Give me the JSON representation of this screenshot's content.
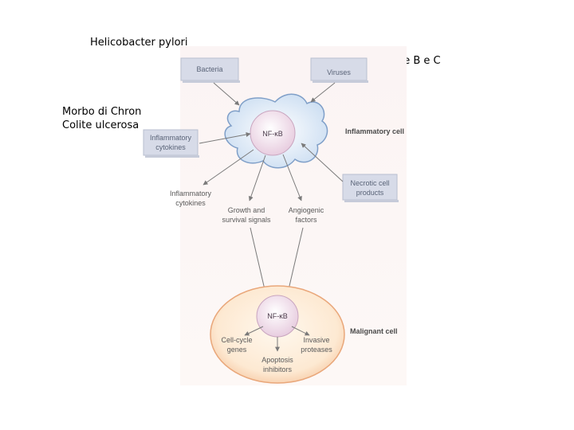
{
  "notes": {
    "helicobacter": "Helicobacter pylori",
    "epatite": "Epatite B e C",
    "morbo": "Morbo di Chron",
    "colite": "Colite ulcerosa"
  },
  "diagram": {
    "bacteria": "Bacteria",
    "viruses": "Viruses",
    "inflammatory_cytokines_box": [
      "Inflammatory",
      "cytokines"
    ],
    "necrotic_box": [
      "Necrotic cell",
      "products"
    ],
    "nfkb_top": "NF-κB",
    "inflammatory_cell_label": "Inflammatory cell",
    "out_cytokines": [
      "Inflammatory",
      "cytokines"
    ],
    "out_growth": [
      "Growth and",
      "survival signals"
    ],
    "out_angiogenic": [
      "Angiogenic",
      "factors"
    ],
    "nfkb_bottom": "NF-κB",
    "malignant_cell_label": "Malignant cell",
    "cell_cycle": [
      "Cell-cycle",
      "genes"
    ],
    "invasive": [
      "Invasive",
      "proteases"
    ],
    "apoptosis": [
      "Apoptosis",
      "inhibitors"
    ]
  }
}
